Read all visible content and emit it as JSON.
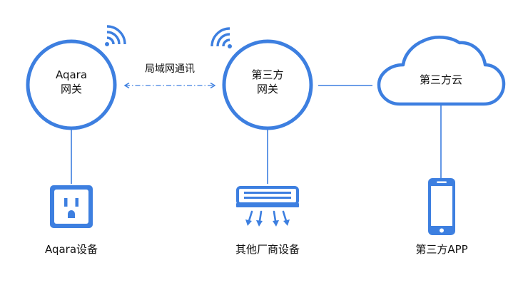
{
  "colors": {
    "accent": "#3d7fe0",
    "text": "#111111",
    "background": "#ffffff"
  },
  "nodes": {
    "aqara_gateway": {
      "line1": "Aqara",
      "line2": "网关"
    },
    "third_party_gateway": {
      "line1": "第三方",
      "line2": "网关"
    },
    "third_party_cloud": {
      "label": "第三方云"
    }
  },
  "links": {
    "lan_comm": "局域网通讯"
  },
  "devices": {
    "aqara_device": {
      "label": "Aqara设备",
      "icon": "power-outlet-icon"
    },
    "other_device": {
      "label": "其他厂商设备",
      "icon": "air-conditioner-icon"
    },
    "third_party_app": {
      "label": "第三方APP",
      "icon": "smartphone-icon"
    }
  }
}
